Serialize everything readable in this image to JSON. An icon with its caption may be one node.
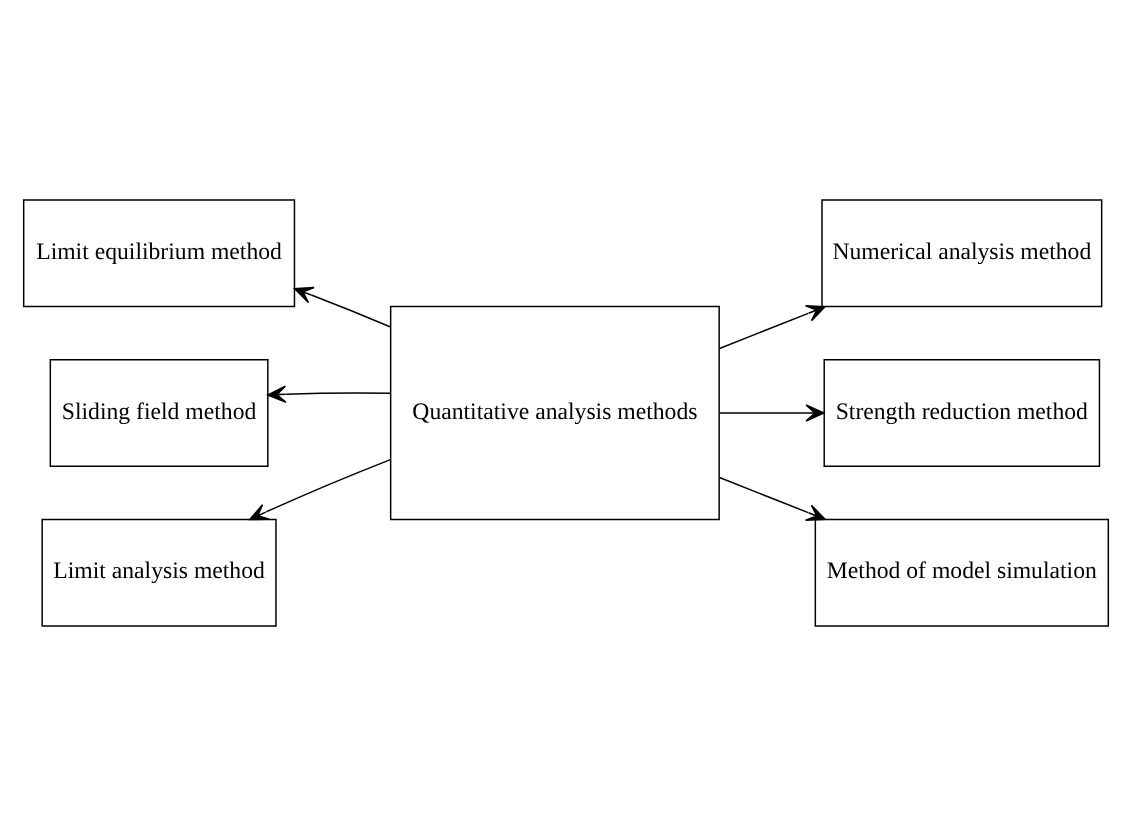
{
  "diagram": {
    "nodes": [
      {
        "text": [
          "Limit equilibrium method"
        ]
      },
      {
        "text": [
          "Sliding field method"
        ]
      },
      {
        "text": [
          "Limit analysis method"
        ]
      },
      {
        "text": [
          "Quantitative analysis methods"
        ]
      },
      {
        "text": [
          "Numerical analysis method"
        ]
      },
      {
        "text": [
          "Strength reduction method"
        ]
      },
      {
        "text": [
          "Method of model simulation"
        ]
      }
    ],
    "edges": [
      {
        "from": 3,
        "to": 0,
        "arrow": "to"
      },
      {
        "from": 3,
        "to": 1,
        "arrow": "to"
      },
      {
        "from": 3,
        "to": 2,
        "arrow": "to"
      },
      {
        "from": 3,
        "to": 4,
        "arrow": "to"
      },
      {
        "from": 3,
        "to": 5,
        "arrow": "to"
      },
      {
        "from": 3,
        "to": 6,
        "arrow": "to"
      }
    ]
  }
}
